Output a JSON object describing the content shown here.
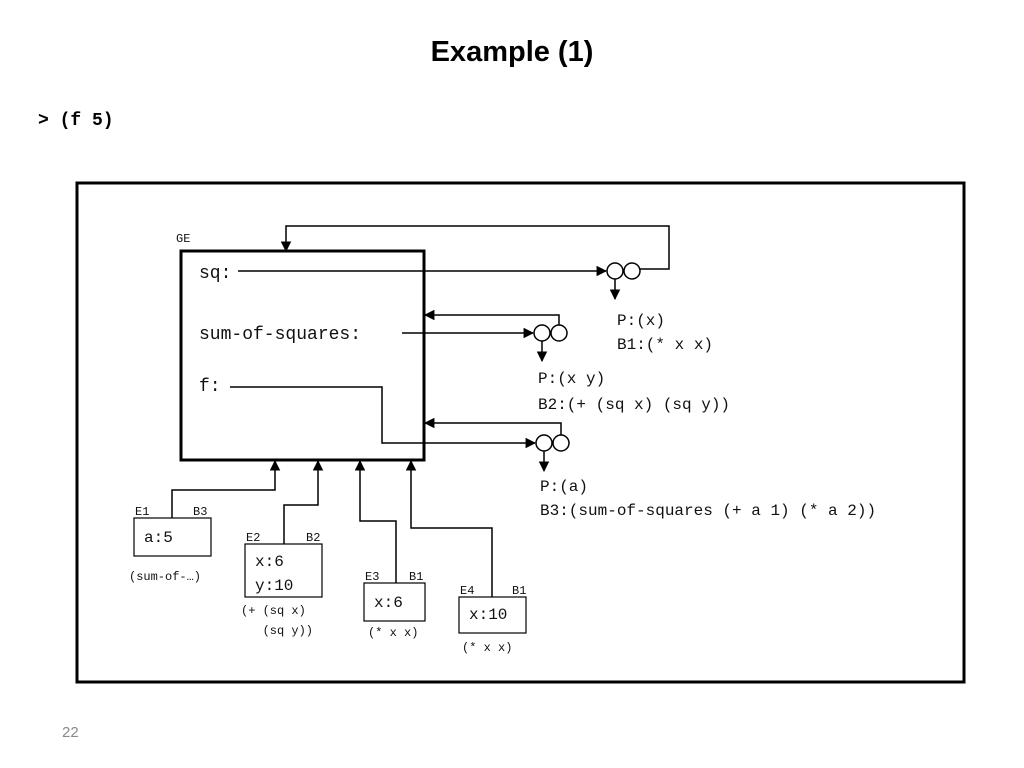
{
  "slide": {
    "title": "Example (1)",
    "prompt": "> (f 5)",
    "page_number": "22"
  },
  "global_env": {
    "label": "GE",
    "bindings": [
      "sq:",
      "sum-of-squares:",
      "f:"
    ]
  },
  "procedures": [
    {
      "params": "P:(x)",
      "body": "B1:(* x x)"
    },
    {
      "params": "P:(x y)",
      "body": "B2:(+ (sq x) (sq y))"
    },
    {
      "params": "P:(a)",
      "body": "B3:(sum-of-squares (+ a 1) (* a 2))"
    }
  ],
  "frames": [
    {
      "env": "E1",
      "body_ref": "B3",
      "lines": [
        "a:5"
      ],
      "caption": [
        "(sum-of-…)"
      ]
    },
    {
      "env": "E2",
      "body_ref": "B2",
      "lines": [
        "x:6",
        "y:10"
      ],
      "caption": [
        "(+ (sq x)",
        "   (sq y))"
      ]
    },
    {
      "env": "E3",
      "body_ref": "B1",
      "lines": [
        "x:6"
      ],
      "caption": [
        "(* x x)"
      ]
    },
    {
      "env": "E4",
      "body_ref": "B1",
      "lines": [
        "x:10"
      ],
      "caption": [
        "(* x x)"
      ]
    }
  ]
}
